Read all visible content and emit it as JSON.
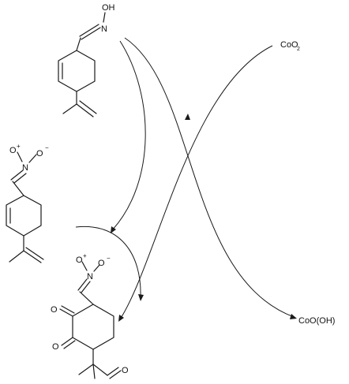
{
  "reagents": {
    "oxidant": "CoO",
    "oxidant_subscript": "2",
    "product": "CoO(OH)"
  },
  "labels": {
    "oxime_oh": "OH",
    "oxime_n": "N",
    "nitroso_o": "O",
    "nitroso_n": "N",
    "nitroso_o2": "O",
    "minus_sign": "−",
    "plus_dot": "+",
    "ketone_o_1": "O",
    "ketone_o_2": "O",
    "aldehyde_o": "O"
  }
}
